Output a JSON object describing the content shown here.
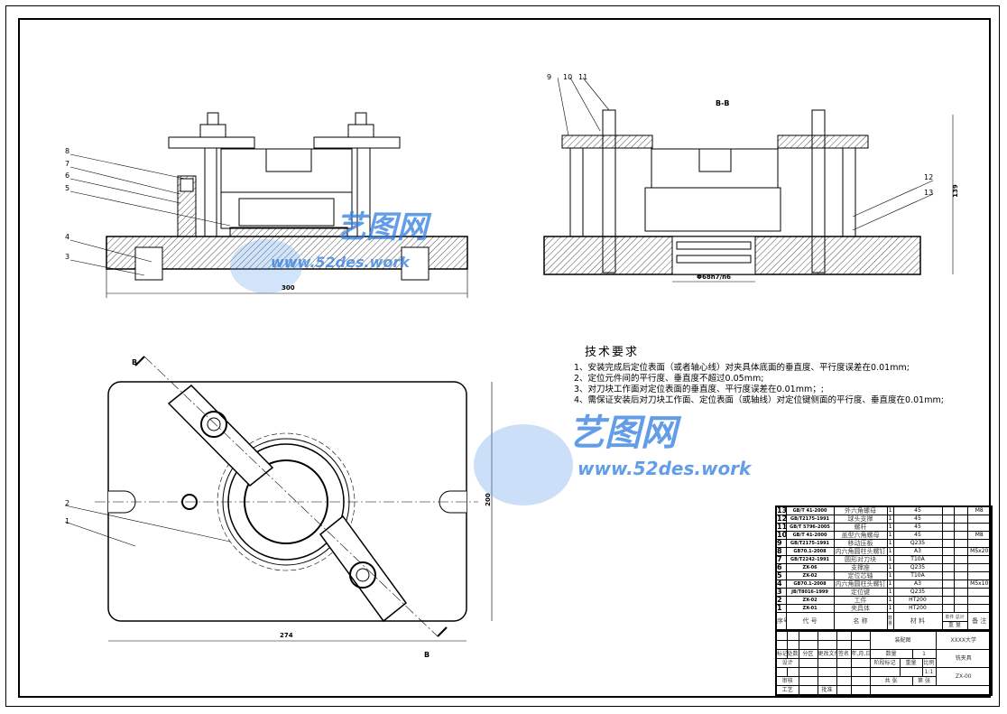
{
  "drawing": {
    "section_label": "B-B",
    "section_mark": "B",
    "dimensions": {
      "front_width": "300",
      "top_width": "274",
      "top_height": "200",
      "side_height": "139",
      "fit": "Φ68h7/n6"
    },
    "front_callouts": [
      "8",
      "7",
      "6",
      "5",
      "4",
      "3"
    ],
    "side_callouts": [
      "9",
      "10",
      "11",
      "12",
      "13"
    ],
    "top_callouts": [
      "2",
      "1"
    ]
  },
  "tech_requirements": {
    "title": "技术要求",
    "items": [
      "1、安装完成后定位表面（或者轴心线）对夹具体底面的垂直度、平行度误差在0.01mm;",
      "2、定位元件间的平行度、垂直度不超过0.05mm;",
      "3、对刀块工作面对定位表面的垂直度、平行度误差在0.01mm；;",
      "4、需保证安装后对刀块工作面、定位表面（或轴线）对定位键侧面的平行度、垂直度在0.01mm;"
    ]
  },
  "watermark": {
    "brand": "艺图网",
    "url": "www.52des.work"
  },
  "bom": {
    "rows": [
      {
        "no": "13",
        "code": "GB/T 41-2000",
        "name": "外六角螺母",
        "qty": "1",
        "material": "45",
        "note": "M8"
      },
      {
        "no": "12",
        "code": "GB/T2175-1991",
        "name": "球头支撑",
        "qty": "1",
        "material": "45",
        "note": ""
      },
      {
        "no": "11",
        "code": "GB/T 5796-2005",
        "name": "螺杆",
        "qty": "1",
        "material": "45",
        "note": ""
      },
      {
        "no": "10",
        "code": "GB/T 41-2000",
        "name": "盖型六角螺母",
        "qty": "1",
        "material": "45",
        "note": "M8"
      },
      {
        "no": "9",
        "code": "GB/T2175-1991",
        "name": "移动压板",
        "qty": "1",
        "material": "Q235",
        "note": ""
      },
      {
        "no": "8",
        "code": "GB70.1-2008",
        "name": "内六角圆柱头螺钉",
        "qty": "1",
        "material": "A3",
        "note": "M5x20"
      },
      {
        "no": "7",
        "code": "GB/T2242-1991",
        "name": "圆形对刀块",
        "qty": "1",
        "material": "T10A",
        "note": ""
      },
      {
        "no": "6",
        "code": "ZX-06",
        "name": "支撑座",
        "qty": "1",
        "material": "Q235",
        "note": ""
      },
      {
        "no": "5",
        "code": "ZX-02",
        "name": "定位芯轴",
        "qty": "1",
        "material": "T10A",
        "note": ""
      },
      {
        "no": "4",
        "code": "GB70.1-2008",
        "name": "内六角圆柱头螺钉",
        "qty": "1",
        "material": "A3",
        "note": "M5x10"
      },
      {
        "no": "3",
        "code": "JB/T8016-1999",
        "name": "定位键",
        "qty": "1",
        "material": "Q235",
        "note": ""
      },
      {
        "no": "2",
        "code": "ZX-02",
        "name": "工件",
        "qty": "1",
        "material": "HT200",
        "note": ""
      },
      {
        "no": "1",
        "code": "ZX-01",
        "name": "夹具体",
        "qty": "1",
        "material": "HT200",
        "note": ""
      }
    ],
    "header": {
      "no": "序号",
      "code": "代 号",
      "name": "名 称",
      "qty": "数量",
      "material": "材 料",
      "unit": "单件",
      "total": "总计",
      "weight": "重 量",
      "note": "备 注"
    }
  },
  "title_block": {
    "drawing_type": "装配图",
    "school": "XXXX大学",
    "qty_label": "数量",
    "qty": "1",
    "product": "铣夹具",
    "stage_label": "阶段标记",
    "weight_label": "重量",
    "scale_label": "比例",
    "scale": "1:1",
    "drawing_no": "ZX-00",
    "sheets": "共  张",
    "sheet": "第  张",
    "mark": "标记",
    "count": "处数",
    "zone": "分区",
    "change_doc": "更改文件号",
    "sign": "签名",
    "date": "年,月,日",
    "design": "设计",
    "check": "审核",
    "process": "工艺",
    "approve": "批准"
  }
}
